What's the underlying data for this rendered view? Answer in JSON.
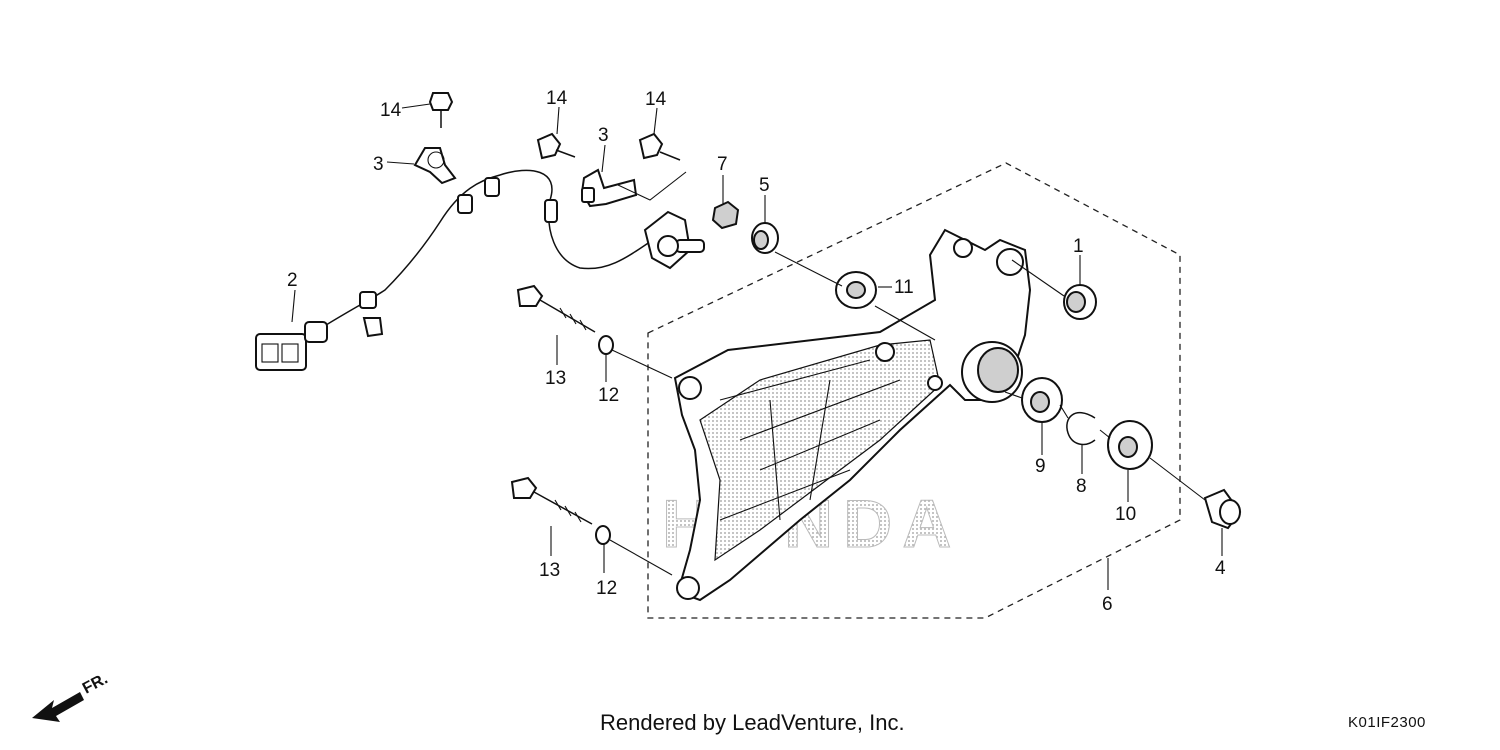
{
  "diagram": {
    "watermark": "HONDA",
    "callouts": {
      "c1": "1",
      "c2": "2",
      "c3a": "3",
      "c3b": "3",
      "c4": "4",
      "c5": "5",
      "c6": "6",
      "c7": "7",
      "c8": "8",
      "c9": "9",
      "c10": "10",
      "c11": "11",
      "c12a": "12",
      "c12b": "12",
      "c13a": "13",
      "c13b": "13",
      "c14a": "14",
      "c14b": "14",
      "c14c": "14"
    },
    "direction_label": "FR.",
    "credit": "Rendered by LeadVenture, Inc.",
    "diagram_code": "K01IF2300"
  }
}
